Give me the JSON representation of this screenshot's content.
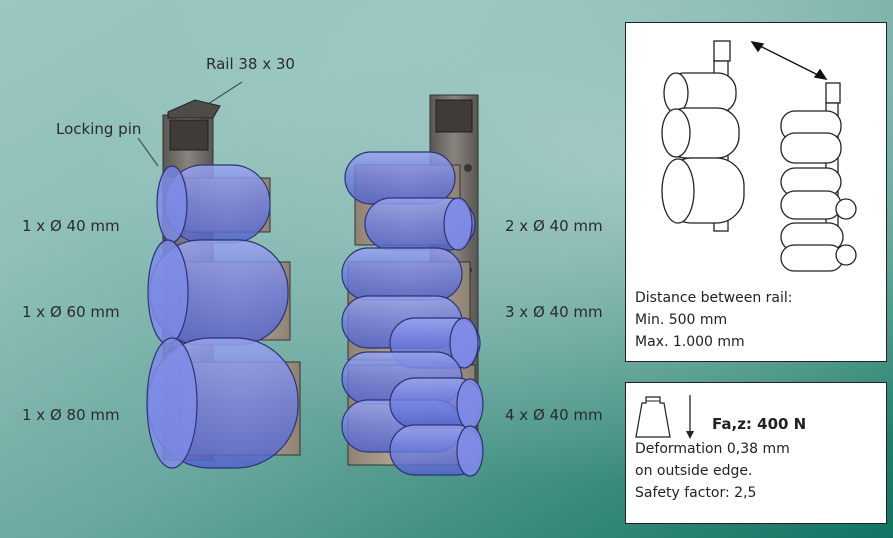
{
  "labels": {
    "rail": "Rail 38 x 30",
    "locking_pin": "Locking pin",
    "left_1": "1 x Ø 40 mm",
    "left_2": "1 x Ø 60 mm",
    "left_3": "1 x Ø 80 mm",
    "right_1": "2 x Ø 40 mm",
    "right_2": "3 x Ø 40 mm",
    "right_3": "4 x Ø 40 mm"
  },
  "panel_top": {
    "line1": "Distance between rail:",
    "line2": "Min. 500 mm",
    "line3": "Max. 1.000 mm"
  },
  "panel_bottom": {
    "force": "Fa,z: 400 N",
    "line1": "Deformation 0,38 mm",
    "line2": "on outside edge.",
    "line3": "Safety factor: 2,5"
  },
  "colors": {
    "pipe_fill": "#6f7ee0",
    "clamp_fill": "#a7998a",
    "rail_fill": "#706b66"
  }
}
